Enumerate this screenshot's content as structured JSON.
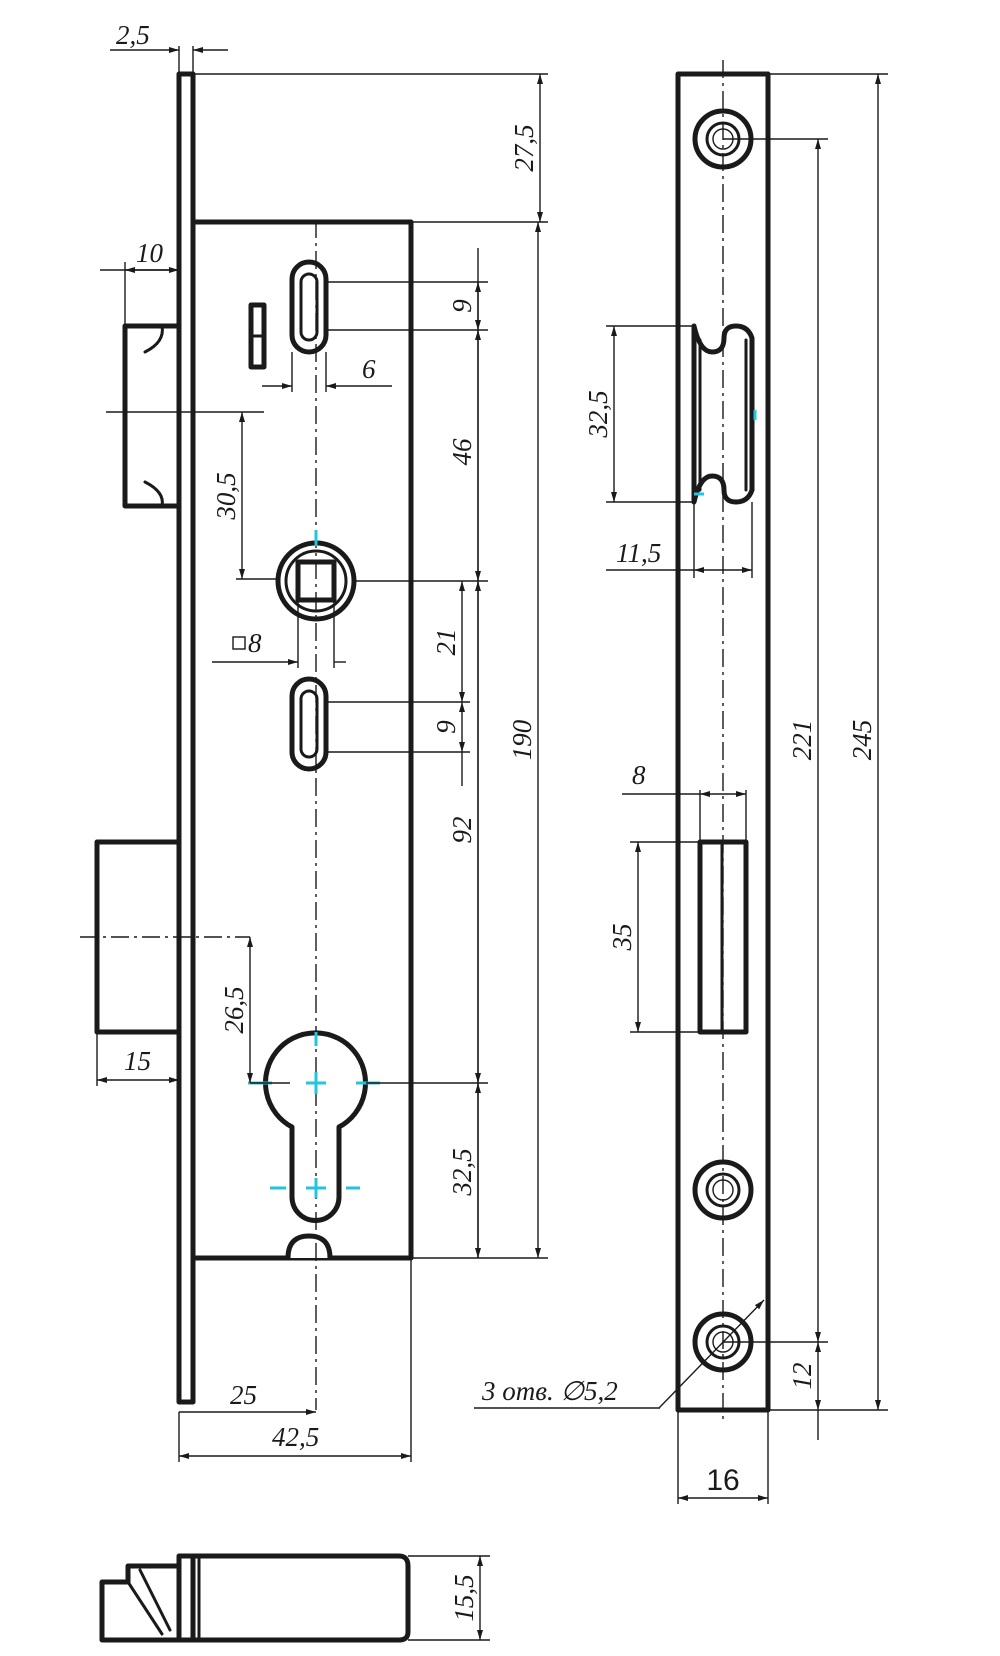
{
  "dimensions": {
    "faceplate_thickness": "2,5",
    "top_offset": "27,5",
    "latch_depth": "10",
    "slot_height_top": "9",
    "slot_width": "6",
    "slot_to_spindle": "46",
    "latch_to_spindle": "30,5",
    "spindle_square": "8",
    "spindle_to_slot": "21",
    "slot_height_bottom": "9",
    "body_height": "190",
    "spindle_to_cylinder": "92",
    "bolt_to_cylinder": "26,5",
    "bolt_projection": "15",
    "cylinder_to_bottom": "32,5",
    "backset": "25",
    "body_depth": "42,5",
    "strike_opening_height": "32,5",
    "strike_opening_width": "11,5",
    "bolt_hole_width": "8",
    "bolt_hole_height": "35",
    "screw_spacing": "221",
    "faceplate_length": "245",
    "end_screw_offset": "12",
    "screw_holes_note": "3 отв. ∅5,2",
    "faceplate_width": "16",
    "side_view_height": "15,5"
  }
}
